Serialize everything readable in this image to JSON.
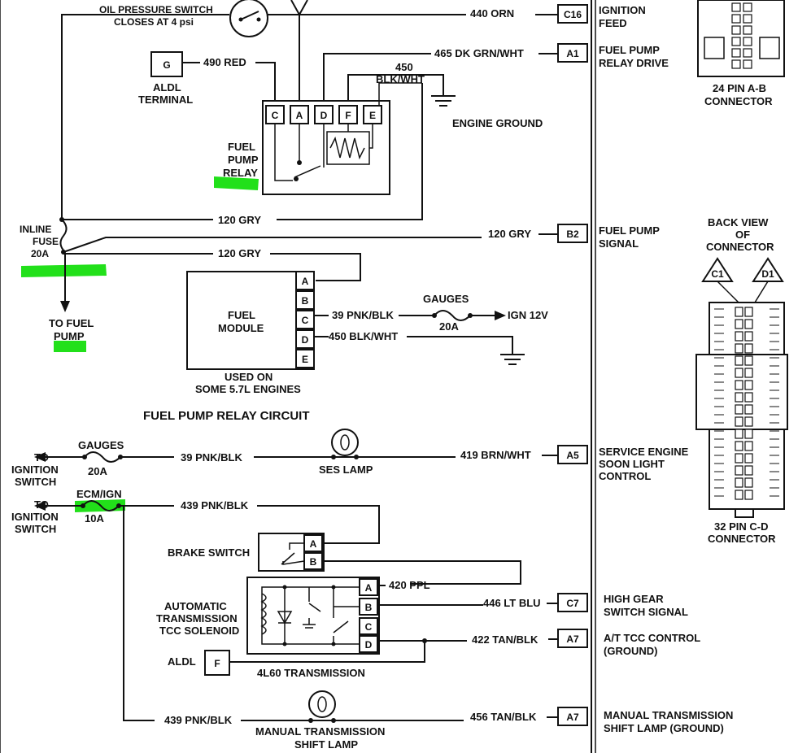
{
  "labels": {
    "oil_switch": [
      "OIL PRESSURE SWITCH",
      "CLOSES AT 4 psi"
    ],
    "aldl_g_pin": "G",
    "aldl_terminal": [
      "ALDL",
      "TERMINAL"
    ],
    "wire_490": "490 RED",
    "wire_440": "440 ORN",
    "pin_c16": "C16",
    "ignition_feed": [
      "IGNITION",
      "FEED"
    ],
    "wire_465": "465 DK GRN/WHT",
    "pin_a1": "A1",
    "fuel_pump_relay_drive": [
      "FUEL PUMP",
      "RELAY DRIVE"
    ],
    "wire_450_top": [
      "450",
      "BLK/WHT"
    ],
    "engine_ground": "ENGINE GROUND",
    "relay_pins": [
      "C",
      "A",
      "D",
      "F",
      "E"
    ],
    "fuel_pump_relay": [
      "FUEL",
      "PUMP",
      "RELAY"
    ],
    "connector_24": [
      "24 PIN A-B",
      "CONNECTOR"
    ],
    "inline_fuse": [
      "INLINE",
      "FUSE",
      "20A"
    ],
    "wire_120_a": "120 GRY",
    "wire_120_b": "120 GRY",
    "wire_120_c": "120 GRY",
    "pin_b2": "B2",
    "fuel_pump_signal": [
      "FUEL PUMP",
      "SIGNAL"
    ],
    "back_view": [
      "BACK VIEW",
      "OF",
      "CONNECTOR"
    ],
    "c1": "C1",
    "d1": "D1",
    "to_fuel_pump": [
      "TO FUEL",
      "PUMP"
    ],
    "fuel_module": [
      "FUEL",
      "MODULE"
    ],
    "module_pins": [
      "A",
      "B",
      "C",
      "D",
      "E"
    ],
    "wire_39_a": "39 PNK/BLK",
    "gauges_a": "GAUGES",
    "fuse_20a_a": "20A",
    "ign12v": "IGN 12V",
    "wire_450_b": "450 BLK/WHT",
    "used_on": [
      "USED ON",
      "SOME 5.7L ENGINES"
    ],
    "circuit_title": "FUEL PUMP RELAY CIRCUIT",
    "to_ign_1": [
      "TO",
      "IGNITION",
      "SWITCH"
    ],
    "gauges_b": "GAUGES",
    "fuse_20a_b": "20A",
    "wire_39_b": "39 PNK/BLK",
    "ses_lamp": "SES LAMP",
    "wire_419": "419 BRN/WHT",
    "pin_a5": "A5",
    "service_engine": [
      "SERVICE ENGINE",
      "SOON LIGHT",
      "CONTROL"
    ],
    "connector_32": [
      "32 PIN C-D",
      "CONNECTOR"
    ],
    "to_ign_2": [
      "TO",
      "IGNITION",
      "SWITCH"
    ],
    "ecm_ign": "ECM/IGN",
    "fuse_10a": "10A",
    "wire_439_a": "439 PNK/BLK",
    "brake_switch": "BRAKE SWITCH",
    "brake_pins": [
      "A",
      "B"
    ],
    "wire_420": "420 PPL",
    "auto_trans": [
      "AUTOMATIC",
      "TRANSMISSION",
      "TCC SOLENOID"
    ],
    "trans_pins": [
      "A",
      "B",
      "C",
      "D"
    ],
    "wire_446": "446 LT BLU",
    "pin_c7": "C7",
    "high_gear": [
      "HIGH GEAR",
      "SWITCH SIGNAL"
    ],
    "wire_422": "422 TAN/BLK",
    "pin_a7_a": "A7",
    "at_tcc": [
      "A/T TCC CONTROL",
      "(GROUND)"
    ],
    "aldl_short": "ALDL",
    "aldl_f_pin": "F",
    "trans_4l60": "4L60 TRANSMISSION",
    "wire_439_b": "439 PNK/BLK",
    "manual_lamp": [
      "MANUAL TRANSMISSION",
      "SHIFT LAMP"
    ],
    "wire_456": "456 TAN/BLK",
    "pin_a7_b": "A7",
    "manual_ground": [
      "MANUAL TRANSMISSION",
      "SHIFT LAMP (GROUND)"
    ]
  },
  "highlight_color": "#22e01a",
  "line_color": "#111111"
}
